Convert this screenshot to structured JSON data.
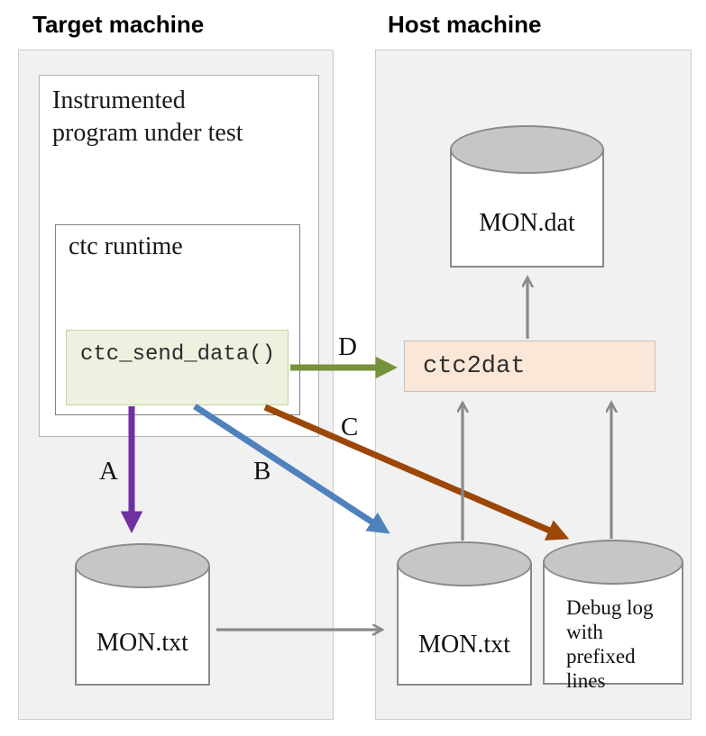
{
  "diagram": {
    "target": {
      "title": "Target machine",
      "instrumented_label": "Instrumented\nprogram under test",
      "runtime_label": "ctc runtime",
      "send_data_label": "ctc_send_data()",
      "mon_txt_label": "MON.txt"
    },
    "host": {
      "title": "Host machine",
      "mon_dat_label": "MON.dat",
      "ctc2dat_label": "ctc2dat",
      "mon_txt_label": "MON.txt",
      "debug_log_label": "Debug log\nwith prefixed\nlines"
    },
    "arrows": {
      "a": {
        "label": "A",
        "color": "#7030a0"
      },
      "b": {
        "label": "B",
        "color": "#4f81bd"
      },
      "c": {
        "label": "C",
        "color": "#9c4708"
      },
      "d": {
        "label": "D",
        "color": "#76923c"
      },
      "flow": {
        "color": "#8a8a8a"
      }
    },
    "colors": {
      "panel_background": "#f1f1f2",
      "send_data_box": "#edf1e0",
      "ctc2dat_box": "#fbe7d7",
      "cylinder_top": "#c6c6c6"
    }
  }
}
